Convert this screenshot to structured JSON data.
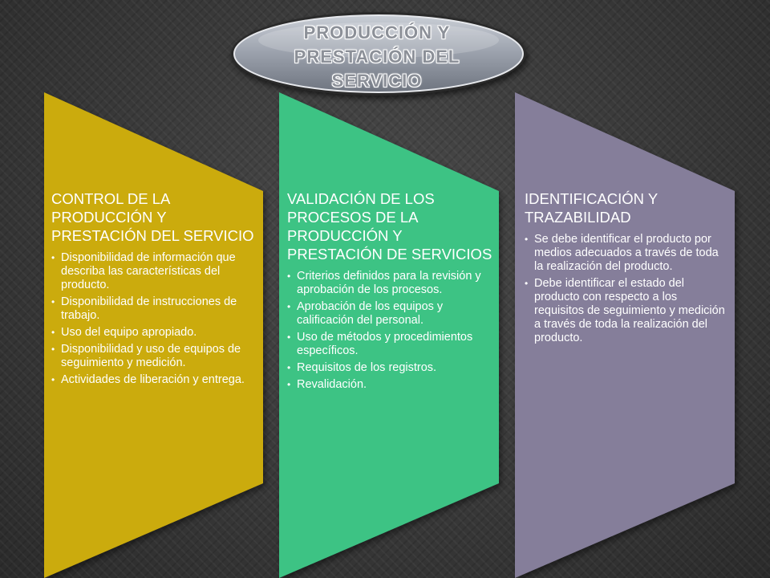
{
  "title": "PRODUCCIÓN Y PRESTACIÓN DEL SERVICIO",
  "colors": {
    "panel1": "#cbab0e",
    "panel2": "#3dc384",
    "panel3": "#857e9a",
    "title_bg": "#a5aab4"
  },
  "panels": [
    {
      "heading": "CONTROL DE LA PRODUCCIÓN Y PRESTACIÓN DEL SERVICIO",
      "items": [
        "Disponibilidad de información que describa las características del producto.",
        "Disponibilidad de instrucciones de trabajo.",
        "Uso del equipo apropiado.",
        "Disponibilidad y uso de equipos de seguimiento y medición.",
        "Actividades de liberación y entrega."
      ]
    },
    {
      "heading": "VALIDACIÓN DE LOS PROCESOS DE LA PRODUCCIÓN Y PRESTACIÓN DE SERVICIOS",
      "items": [
        "Criterios definidos para la revisión y aprobación de los procesos.",
        "Aprobación de los equipos y calificación del personal.",
        "Uso de métodos y procedimientos específicos.",
        "Requisitos de los registros.",
        "Revalidación."
      ]
    },
    {
      "heading": "IDENTIFICACIÓN Y TRAZABILIDAD",
      "items": [
        "Se debe identificar el producto por medios adecuados a través de  toda la realización del producto.",
        "Debe identificar el estado del producto con respecto a los requisitos de seguimiento y medición a través de toda la realización del producto."
      ]
    }
  ]
}
